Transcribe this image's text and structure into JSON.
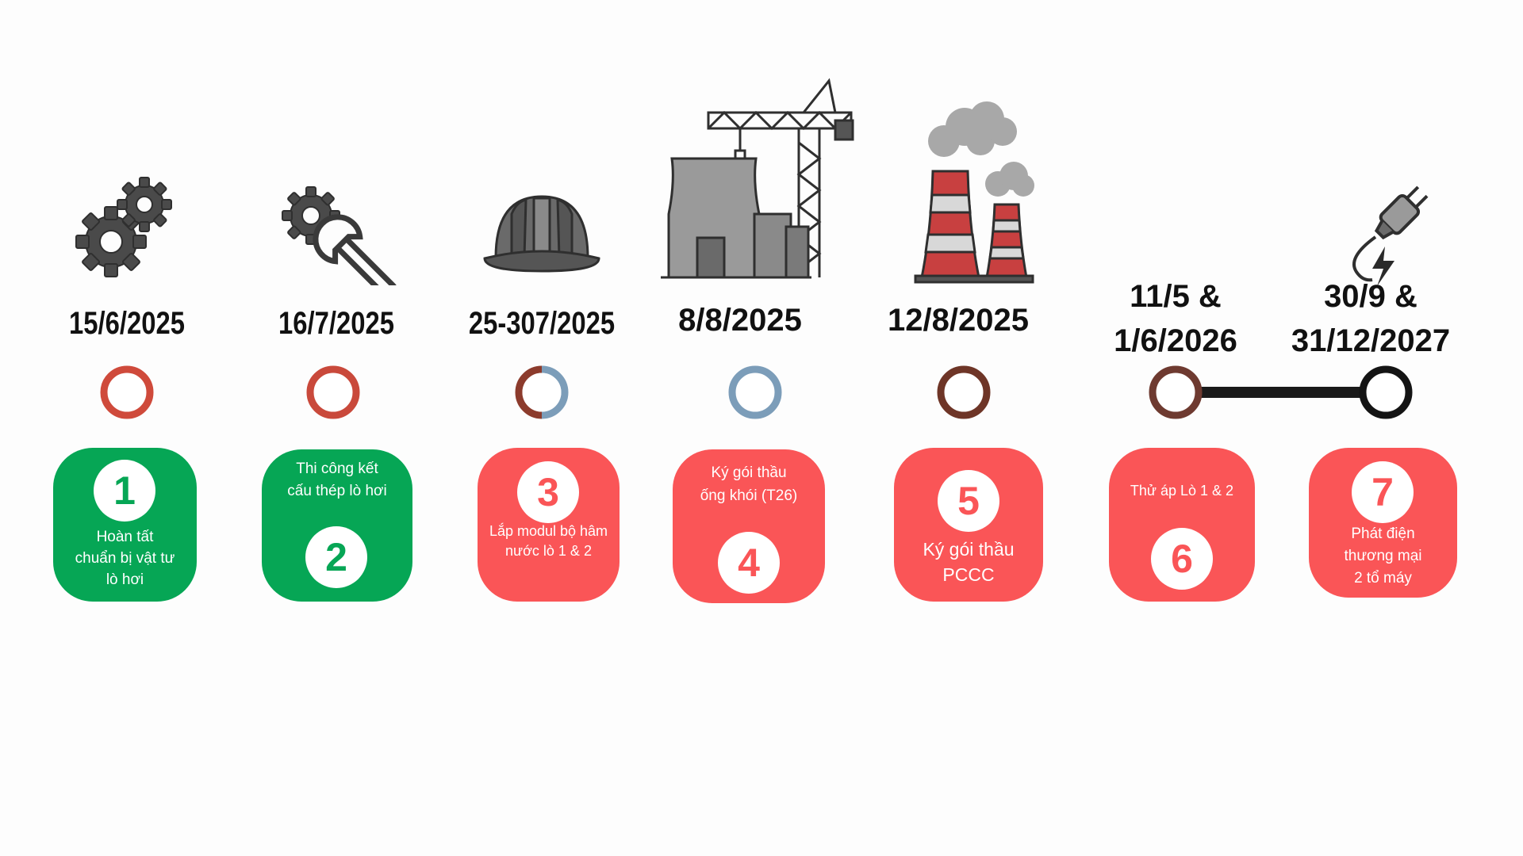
{
  "timeline": [
    {
      "date": "15/6/2025",
      "number": "1",
      "text": "Hoàn tất\nchuẩn bị vật tư\nlò hơi",
      "icon": "gears-icon",
      "status": "done"
    },
    {
      "date": "16/7/2025",
      "number": "2",
      "text": "Thi công kết\ncấu thép lò hơi",
      "icon": "gear-wrench-icon",
      "status": "done"
    },
    {
      "date": "25-307/2025",
      "number": "3",
      "text": "Lắp modul bộ hâm\nnước lò 1 & 2",
      "icon": "hard-hat-icon",
      "status": "pending"
    },
    {
      "date": "8/8/2025",
      "number": "4",
      "text": "Ký gói thầu\nống khói (T26)",
      "icon": "construction-crane-icon",
      "status": "pending"
    },
    {
      "date": "12/8/2025",
      "number": "5",
      "text": "Ký gói thầu\nPCCC",
      "icon": "power-plant-chimney-icon",
      "status": "pending"
    },
    {
      "date": "11/5 &\n1/6/2026",
      "number": "6",
      "text": "Thử áp Lò 1 & 2",
      "icon": "",
      "status": "pending"
    },
    {
      "date": "30/9 &\n31/12/2027",
      "number": "7",
      "text": "Phát điện\nthương mại\n2 tổ máy",
      "icon": "electric-plug-icon",
      "status": "pending"
    }
  ],
  "colors": {
    "done": "#06a655",
    "pending": "#fa5557",
    "line_red": "#cc4a3c",
    "line_brown": "#7a3a2a",
    "line_blue": "#7c9db9",
    "line_gray": "#b8b8b8",
    "line_black": "#1a1a1a"
  }
}
